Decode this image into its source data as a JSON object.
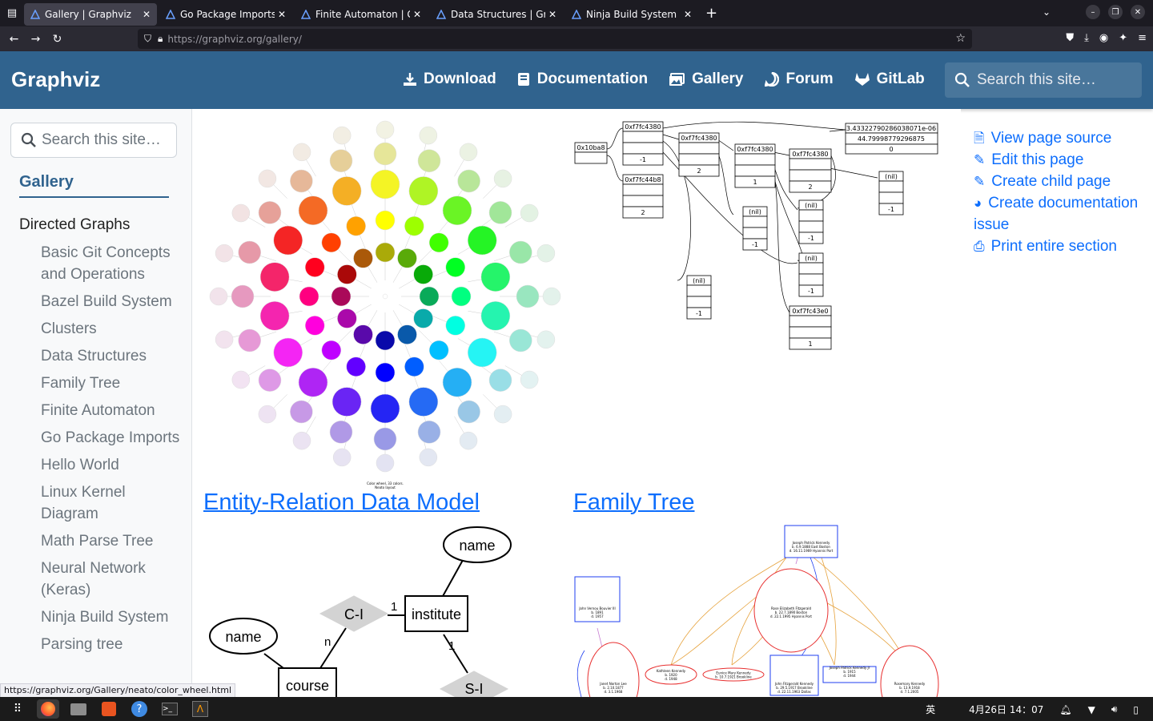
{
  "browser": {
    "tabs": [
      {
        "title": "Gallery | Graphviz",
        "active": true
      },
      {
        "title": "Go Package Imports | Graphviz",
        "active": false
      },
      {
        "title": "Finite Automaton | Graphviz",
        "active": false
      },
      {
        "title": "Data Structures | Graphviz",
        "active": false
      },
      {
        "title": "Ninja Build System | Graphviz",
        "active": false
      }
    ],
    "url_prefix": "https://",
    "url_rest": "graphviz.org/gallery/"
  },
  "header": {
    "brand": "Graphviz",
    "nav": [
      {
        "label": "Download",
        "icon": "download-icon"
      },
      {
        "label": "Documentation",
        "icon": "book-icon"
      },
      {
        "label": "Gallery",
        "icon": "images-icon"
      },
      {
        "label": "Forum",
        "icon": "discourse-icon"
      },
      {
        "label": "GitLab",
        "icon": "gitlab-icon"
      }
    ],
    "search_placeholder": "Search this site…"
  },
  "sidebar": {
    "search_placeholder": "Search this site…",
    "section": "Gallery",
    "group": "Directed Graphs",
    "items": [
      "Basic Git Concepts and Operations",
      "Bazel Build System",
      "Clusters",
      "Data Structures",
      "Family Tree",
      "Finite Automaton",
      "Go Package Imports",
      "Hello World",
      "Linux Kernel Diagram",
      "Math Parse Tree",
      "Neural Network (Keras)",
      "Ninja Build System",
      "Parsing tree"
    ]
  },
  "content": {
    "figure_titles": [
      "Entity-Relation Data Model",
      "Family Tree"
    ],
    "color_wheel": {
      "caption_line1": "Color wheel, 33 colors.",
      "caption_line2": "Neato layout"
    },
    "data_structures": {
      "nodes": [
        "0x10ba8",
        "0xf7fc4380",
        "0xf7fc44b8",
        "0xf7fc4380",
        "0xf7fc4380",
        "0xf7fc4380",
        "3.43322790286038071e-06",
        "44.79998779296875",
        "0",
        "(nil)",
        "(nil)",
        "(nil)",
        "(nil)",
        "(nil)",
        "0xf7fc43e0",
        "-1",
        "2",
        "1"
      ]
    },
    "er_model": {
      "labels": [
        "name",
        "C-I",
        "institute",
        "name",
        "course",
        "S-I",
        "1",
        "n",
        "1"
      ]
    },
    "family_tree": {
      "people": [
        "Joseph Patrick Kennedy|b. 6.9.1888 East Boston|d. 16.11.1969 Hyannis Port",
        "John Vernou Bouvier III|b. 1891|d. 1957",
        "Rose Elizabeth Fitzgerald|b. 22.7.1890 Boston|d. 22.1.1995 Hyannis Port",
        "Kathleen Kennedy|b. 1920|d. 1948",
        "Eunice Mary Kennedy|b. 10.7.1921 Brookline",
        "John Fitzgerald Kennedy|b. 29.5.1917 Brookline|d. 22.11.1963 Dallas",
        "Joseph Patrick Kennedy Jr|b. 1915|d. 1944",
        "Rosemary Kennedy|b. 13.9.1918|d. 7.1.2005",
        "Janet Norton Lee|b. 2.10.1877|d. 3.1.1968"
      ]
    }
  },
  "toc": {
    "items": [
      {
        "label": "View page source",
        "icon": "file-icon"
      },
      {
        "label": "Edit this page",
        "icon": "edit-icon"
      },
      {
        "label": "Create child page",
        "icon": "edit-icon"
      },
      {
        "label": "Create documentation issue",
        "icon": "github-icon"
      },
      {
        "label": "Print entire section",
        "icon": "print-icon"
      }
    ]
  },
  "status_url": "https://graphviz.org/Gallery/neato/color_wheel.html",
  "taskbar": {
    "ime": "英",
    "clock": "4月26日 14：07"
  }
}
